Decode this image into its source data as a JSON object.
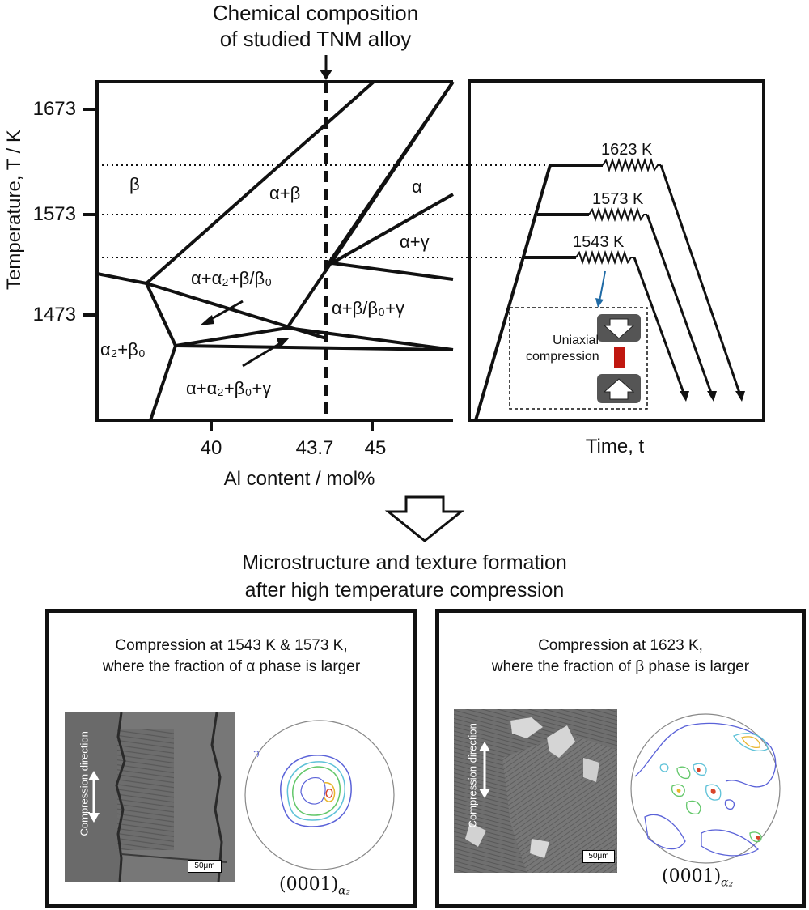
{
  "top_annotation": {
    "line1": "Chemical composition",
    "line2": "of studied TNM alloy"
  },
  "phase_diagram": {
    "y_axis_label": "Temperature,  T / K",
    "y_ticks": [
      "1673",
      "1573",
      "1473"
    ],
    "x_ticks": [
      "40",
      "43.7",
      "45"
    ],
    "x_axis_label": "Al content / mol%",
    "phase_labels": {
      "beta": "β",
      "alpha_beta": "α+β",
      "alpha": "α",
      "alpha_gamma": "α+γ",
      "alpha_alpha2_beta_beta0": "α+α₂+β/β₀",
      "alpha_beta_beta0_gamma": "α+β/β₀+γ",
      "alpha2_beta0": "α₂+β₀",
      "alpha_alpha2_beta0_gamma": "α+α₂+β₀+γ"
    }
  },
  "process_diagram": {
    "temperatures": [
      "1623 K",
      "1573 K",
      "1543 K"
    ],
    "inset_label_line1": "Uniaxial",
    "inset_label_line2": "compression",
    "x_axis_label": "Time,  t"
  },
  "section_title": {
    "line1": "Microstructure and texture formation",
    "line2": "after high temperature compression"
  },
  "panels": [
    {
      "caption_line1": "Compression at 1543 K & 1573 K,",
      "caption_line2": "where the fraction of α phase is larger",
      "compression_direction": "Compression direction",
      "scale_bar": "50μm",
      "pole_figure_label": "(0001)",
      "pole_figure_sub": "α₂"
    },
    {
      "caption_line1": "Compression at 1623 K,",
      "caption_line2": "where the fraction of β phase is larger",
      "compression_direction": "Compression direction",
      "scale_bar": "50μm",
      "pole_figure_label": "(0001)",
      "pole_figure_sub": "α₂"
    }
  ],
  "colors": {
    "line": "#111111",
    "specimen_red": "#c0170f",
    "inset_arrow_blue": "#1f6aa5",
    "micrograph_gray": "#6f6f6f"
  }
}
